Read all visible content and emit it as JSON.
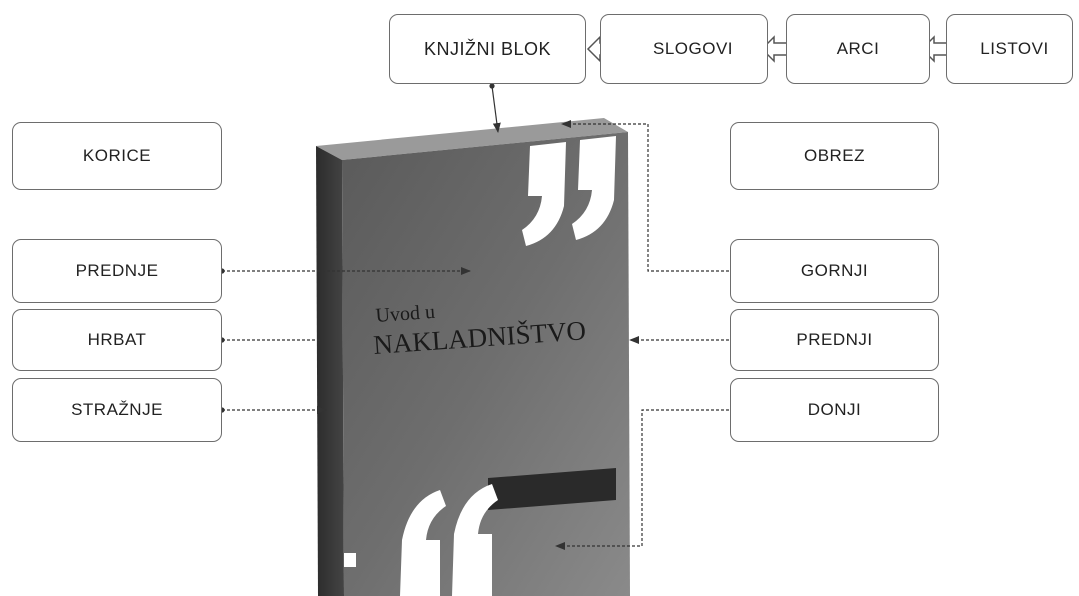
{
  "top_chain": {
    "knjizni_blok": "KNJIŽNI BLOK",
    "slogovi": "SLOGOVI",
    "arci": "ARCI",
    "listovi": "LISTOVI"
  },
  "left": {
    "korice": "KORICE",
    "prednje": "PREDNJE",
    "hrbat": "HRBAT",
    "straznje": "STRAŽNJE"
  },
  "right": {
    "obrez": "OBREZ",
    "gornji": "GORNJI",
    "prednji": "PREDNJI",
    "donji": "DONJI"
  },
  "book": {
    "title_line1": "Uvod u",
    "title_line2": "NAKLADNIŠTVO"
  },
  "colors": {
    "cover": "#666666",
    "spine": "#3a3a3a",
    "box_border": "#6d6d6d",
    "stripe": "#2a2a2a"
  }
}
